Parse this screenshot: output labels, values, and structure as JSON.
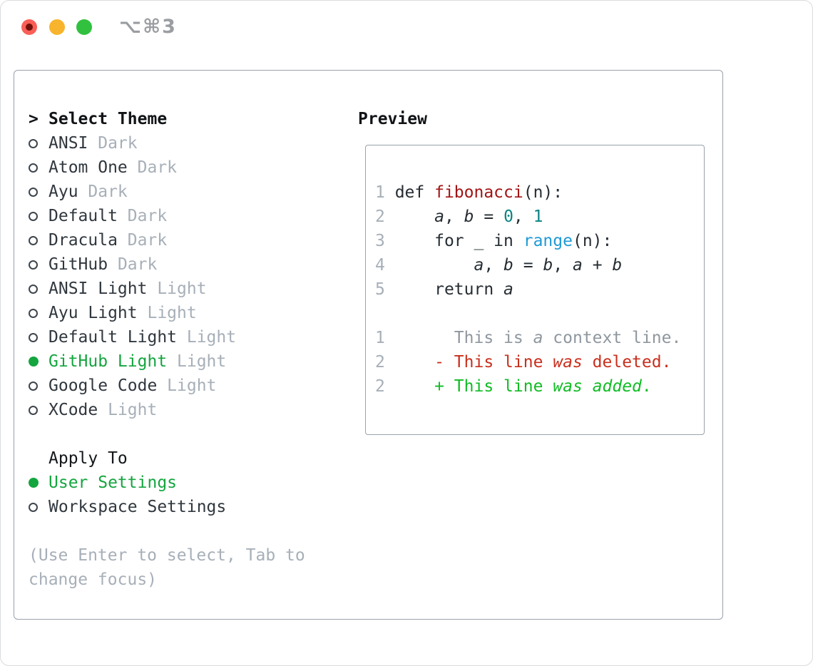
{
  "window": {
    "title_shortcut": "⌥⌘3",
    "traffic_lights": [
      "close",
      "minimize",
      "maximize"
    ]
  },
  "colors": {
    "accent": "#14a53f",
    "heading": "#111417",
    "text_dark": "#30373e",
    "muted": "#a7afb8",
    "context_gray": "#8f979f",
    "border_gray": "#9aa2ab",
    "code_text": "#262d33",
    "code_func": "#a31414",
    "code_number": "#0d8484",
    "code_builtin": "#1f9ad6",
    "diff_add": "#10bc24",
    "diff_del": "#c92f1d",
    "tl_red": "#f95f57",
    "tl_yellow": "#f8b42c",
    "tl_green": "#31c13e"
  },
  "theme_list": {
    "header_marker": ">",
    "header": "Select Theme",
    "items": [
      {
        "name": "ANSI",
        "variant": "Dark",
        "selected": false
      },
      {
        "name": "Atom One",
        "variant": "Dark",
        "selected": false
      },
      {
        "name": "Ayu",
        "variant": "Dark",
        "selected": false
      },
      {
        "name": "Default",
        "variant": "Dark",
        "selected": false
      },
      {
        "name": "Dracula",
        "variant": "Dark",
        "selected": false
      },
      {
        "name": "GitHub",
        "variant": "Dark",
        "selected": false
      },
      {
        "name": "ANSI Light",
        "variant": "Light",
        "selected": false
      },
      {
        "name": "Ayu Light",
        "variant": "Light",
        "selected": false
      },
      {
        "name": "Default Light",
        "variant": "Light",
        "selected": false
      },
      {
        "name": "GitHub Light",
        "variant": "Light",
        "selected": true
      },
      {
        "name": "Google Code",
        "variant": "Light",
        "selected": false
      },
      {
        "name": "XCode",
        "variant": "Light",
        "selected": false
      }
    ]
  },
  "apply_to": {
    "header": "Apply To",
    "options": [
      {
        "label": "User Settings",
        "selected": true
      },
      {
        "label": "Workspace Settings",
        "selected": false
      }
    ]
  },
  "hint_lines": [
    "(Use Enter to select, Tab to",
    "change focus)"
  ],
  "preview": {
    "header": "Preview",
    "lines": [
      [
        {
          "t": "1 ",
          "c": "ln"
        },
        {
          "t": "def ",
          "c": "plain"
        },
        {
          "t": "fibonacci",
          "c": "func"
        },
        {
          "t": "(n):",
          "c": "plain"
        }
      ],
      [
        {
          "t": "2 ",
          "c": "ln"
        },
        {
          "t": "    ",
          "c": "plain"
        },
        {
          "t": "a",
          "c": "var"
        },
        {
          "t": ", ",
          "c": "plain"
        },
        {
          "t": "b",
          "c": "var"
        },
        {
          "t": " = ",
          "c": "plain"
        },
        {
          "t": "0",
          "c": "number"
        },
        {
          "t": ", ",
          "c": "plain"
        },
        {
          "t": "1",
          "c": "number"
        }
      ],
      [
        {
          "t": "3 ",
          "c": "ln"
        },
        {
          "t": "    for _ in ",
          "c": "plain"
        },
        {
          "t": "range",
          "c": "builtin"
        },
        {
          "t": "(n):",
          "c": "plain"
        }
      ],
      [
        {
          "t": "4 ",
          "c": "ln"
        },
        {
          "t": "        ",
          "c": "plain"
        },
        {
          "t": "a",
          "c": "var"
        },
        {
          "t": ", ",
          "c": "plain"
        },
        {
          "t": "b",
          "c": "var"
        },
        {
          "t": " = ",
          "c": "plain"
        },
        {
          "t": "b",
          "c": "var"
        },
        {
          "t": ", ",
          "c": "plain"
        },
        {
          "t": "a",
          "c": "var"
        },
        {
          "t": " + ",
          "c": "plain"
        },
        {
          "t": "b",
          "c": "var"
        }
      ],
      [
        {
          "t": "5 ",
          "c": "ln"
        },
        {
          "t": "    return ",
          "c": "plain"
        },
        {
          "t": "a",
          "c": "var"
        }
      ],
      [
        {
          "t": "",
          "c": "plain"
        }
      ],
      [
        {
          "t": "1 ",
          "c": "ln"
        },
        {
          "t": "      This is ",
          "c": "ctx"
        },
        {
          "t": "a",
          "c": "ctx-i"
        },
        {
          "t": " context line.",
          "c": "ctx"
        }
      ],
      [
        {
          "t": "2 ",
          "c": "ln"
        },
        {
          "t": "    - This line ",
          "c": "del"
        },
        {
          "t": "was",
          "c": "del-i"
        },
        {
          "t": " deleted.",
          "c": "del"
        }
      ],
      [
        {
          "t": "2 ",
          "c": "ln"
        },
        {
          "t": "    + This line ",
          "c": "add"
        },
        {
          "t": "was added",
          "c": "add-i"
        },
        {
          "t": ".",
          "c": "add"
        }
      ]
    ]
  }
}
